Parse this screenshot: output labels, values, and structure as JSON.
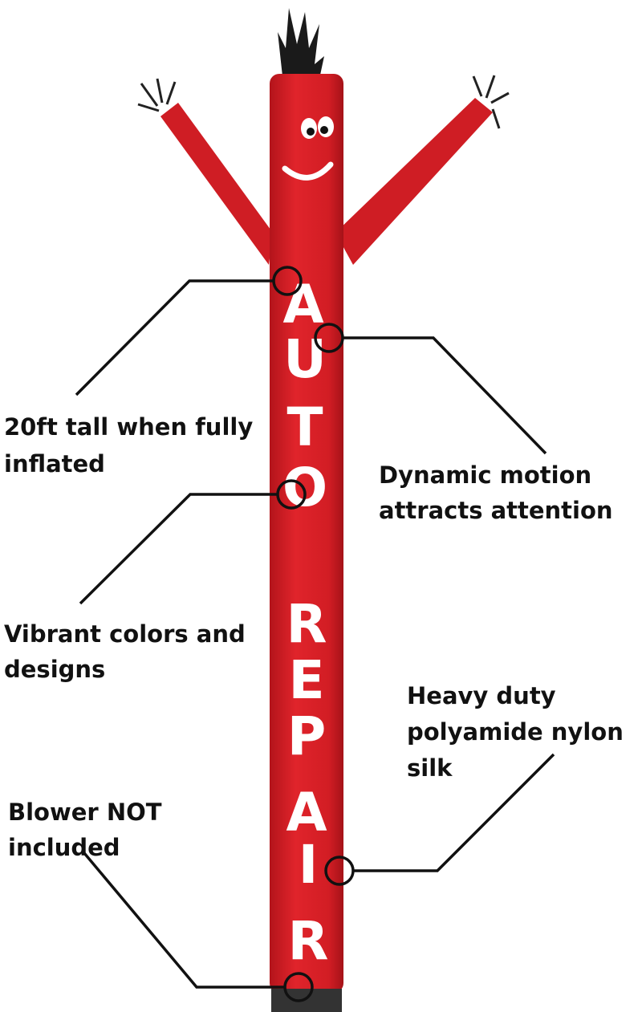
{
  "product": {
    "tube_color": "#d91f26",
    "tube_text": [
      "A",
      "U",
      "T",
      "O",
      "R",
      "E",
      "P",
      "A",
      "I",
      "R"
    ]
  },
  "callouts": [
    {
      "lines": [
        "20ft tall when fully",
        "inflated"
      ]
    },
    {
      "lines": [
        "Dynamic motion",
        "attracts attention"
      ]
    },
    {
      "lines": [
        "Vibrant colors and",
        "designs"
      ]
    },
    {
      "lines": [
        "Heavy duty",
        "polyamide nylon",
        "silk"
      ]
    },
    {
      "lines": [
        "Blower NOT",
        "included"
      ]
    }
  ]
}
